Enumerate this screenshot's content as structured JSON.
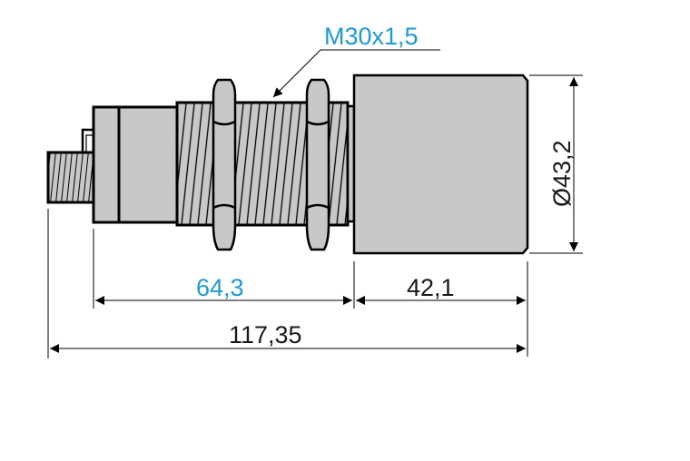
{
  "labels": {
    "thread": "M30x1,5",
    "length_body": "64,3",
    "length_head": "42,1",
    "length_total": "117,35",
    "diameter": "Ø43,2"
  },
  "colors": {
    "accent": "#1e9bd7",
    "text": "#1a1a1a",
    "fill": "#c8c8c8",
    "outline": "#000000"
  }
}
